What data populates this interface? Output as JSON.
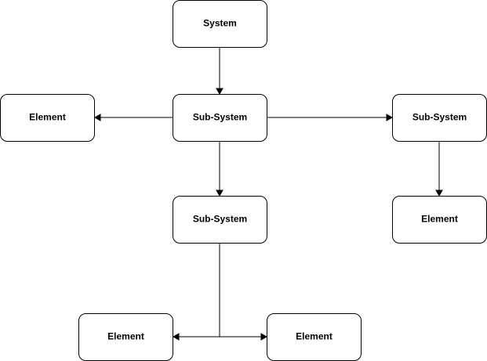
{
  "diagram": {
    "nodes": {
      "system": "System",
      "subsystem_center": "Sub-System",
      "subsystem_right": "Sub-System",
      "subsystem_lower": "Sub-System",
      "element_left": "Element",
      "element_right": "Element",
      "element_bottom_left": "Element",
      "element_bottom_right": "Element"
    },
    "edges": [
      {
        "from": "system",
        "to": "subsystem_center"
      },
      {
        "from": "subsystem_center",
        "to": "element_left"
      },
      {
        "from": "subsystem_center",
        "to": "subsystem_right"
      },
      {
        "from": "subsystem_center",
        "to": "subsystem_lower"
      },
      {
        "from": "subsystem_right",
        "to": "element_right"
      },
      {
        "from": "subsystem_lower",
        "to": "element_bottom_left"
      },
      {
        "from": "subsystem_lower",
        "to": "element_bottom_right"
      }
    ],
    "colors": {
      "stroke": "#000000",
      "fill": "#ffffff",
      "text": "#000000"
    }
  }
}
